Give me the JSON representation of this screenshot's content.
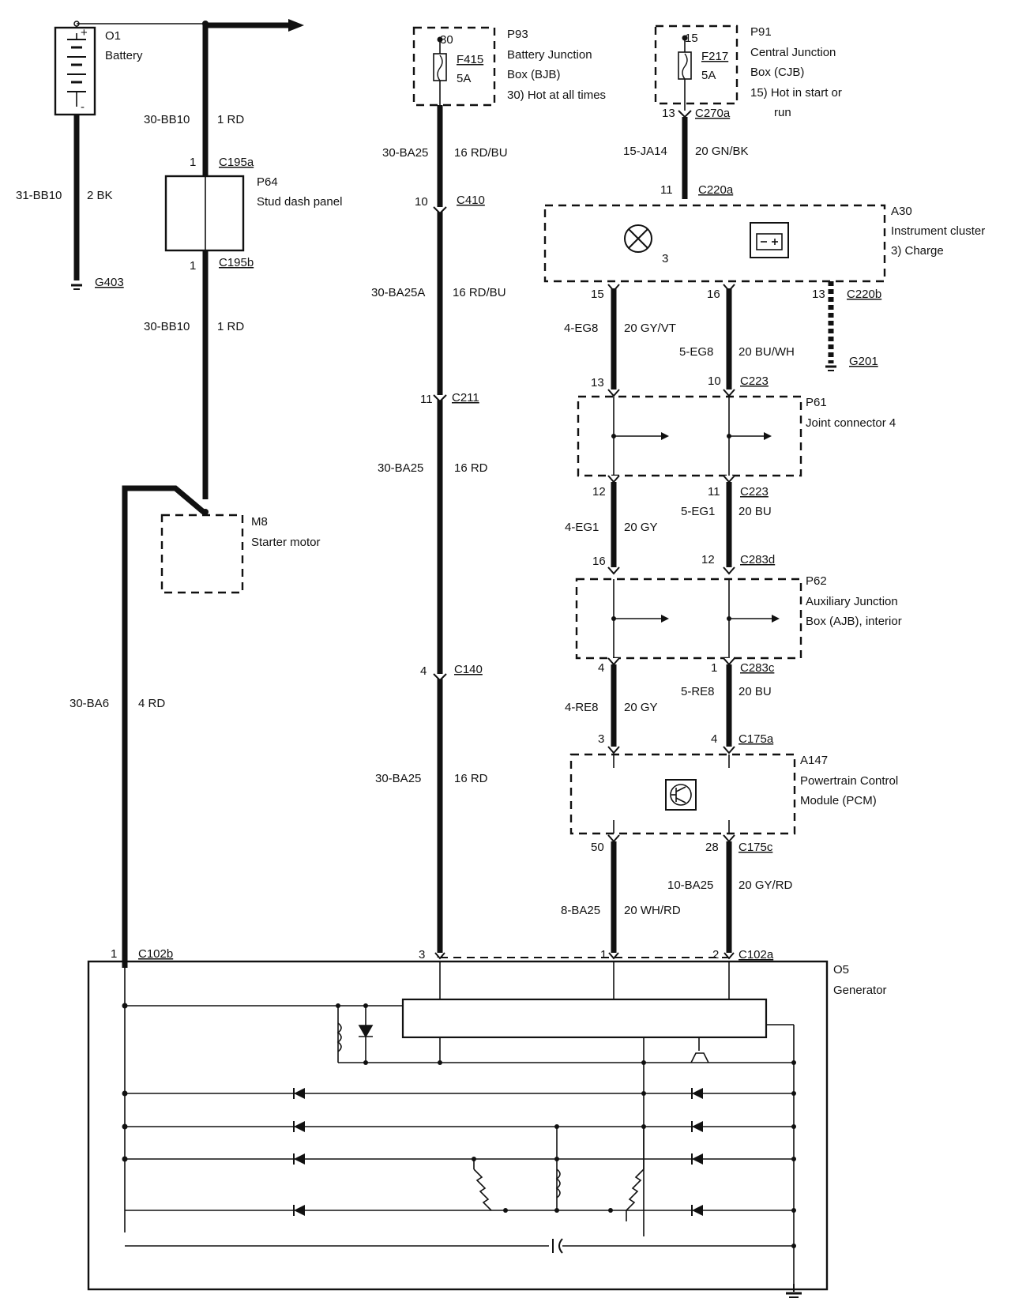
{
  "battery": {
    "id": "O1",
    "name": "Battery",
    "wire_code": "31-BB10",
    "wire_color": "2 BK",
    "ground": "G403"
  },
  "stud_panel": {
    "id": "P64",
    "name": "Stud dash panel",
    "conn_top": "C195a",
    "conn_bottom": "C195b",
    "pin_top": "1",
    "pin_bottom": "1",
    "wire_top_code": "30-BB10",
    "wire_top_color": "1 RD",
    "wire_bottom_code": "30-BB10",
    "wire_bottom_color": "1 RD"
  },
  "starter": {
    "id": "M8",
    "name": "Starter motor"
  },
  "gen_feed": {
    "wire_code": "30-BA6",
    "wire_color": "4 RD",
    "pin": "1",
    "conn": "C102b"
  },
  "bjb": {
    "id": "P93",
    "line1": "Battery Junction",
    "line2": "Box (BJB)",
    "line3": "30)  Hot at all times",
    "fuse": "F415",
    "amp": "5A",
    "pin": "30"
  },
  "column2": {
    "w1_code": "30-BA25",
    "w1_color": "16 RD/BU",
    "c410_pin": "10",
    "c410": "C410",
    "w2_code": "30-BA25A",
    "w2_color": "16 RD/BU",
    "c211_pin": "11",
    "c211": "C211",
    "w3_code": "30-BA25",
    "w3_color": "16 RD",
    "c140_pin": "4",
    "c140": "C140",
    "w4_code": "30-BA25",
    "w4_color": "16 RD",
    "gen_pin": "3"
  },
  "cjb": {
    "id": "P91",
    "line1": "Central Junction",
    "line2": "Box (CJB)",
    "line3": "15)  Hot in start or",
    "line4": "run",
    "fuse": "F217",
    "amp": "5A",
    "pin": "15",
    "conn": "C270a",
    "conn_pin": "13"
  },
  "cluster": {
    "id": "A30",
    "line1": "Instrument cluster",
    "line2": "3)      Charge",
    "ref": "3",
    "feed_code": "15-JA14",
    "feed_color": "20 GN/BK",
    "feed_pin": "11",
    "feed_conn": "C220a",
    "pin_left": "15",
    "pin_mid": "16",
    "pin_gnd": "13",
    "gnd_conn": "C220b",
    "ground": "G201"
  },
  "seg1": {
    "left_code": "4-EG8",
    "left_color": "20 GY/VT",
    "right_code": "5-EG8",
    "right_color": "20 BU/WH"
  },
  "p61": {
    "id": "P61",
    "name": "Joint connector 4",
    "conn": "C223",
    "pin_in_l": "13",
    "pin_in_r": "10",
    "pin_out_l": "12",
    "pin_out_r": "11",
    "conn2": "C223"
  },
  "seg2": {
    "left_code": "4-EG1",
    "left_color": "20 GY",
    "right_code": "5-EG1",
    "right_color": "20 BU"
  },
  "p62": {
    "id": "P62",
    "line1": "Auxiliary Junction",
    "line2": "Box (AJB), interior",
    "conn_in": "C283d",
    "pin_in_l": "16",
    "pin_in_r": "12",
    "conn_out": "C283c",
    "pin_out_l": "4",
    "pin_out_r": "1"
  },
  "seg3": {
    "left_code": "4-RE8",
    "left_color": "20 GY",
    "right_code": "5-RE8",
    "right_color": "20 BU"
  },
  "pcm": {
    "id": "A147",
    "line1": "Powertrain Control",
    "line2": "Module (PCM)",
    "conn_in": "C175a",
    "pin_in_l": "3",
    "pin_in_r": "4",
    "conn_out": "C175c",
    "pin_out_l": "50",
    "pin_out_r": "28"
  },
  "seg4": {
    "left_code": "8-BA25",
    "left_color": "20 WH/RD",
    "right_code": "10-BA25",
    "right_color": "20 GY/RD"
  },
  "generator": {
    "id": "O5",
    "name": "Generator",
    "conn": "C102a",
    "pin_l": "1",
    "pin_r": "2"
  }
}
